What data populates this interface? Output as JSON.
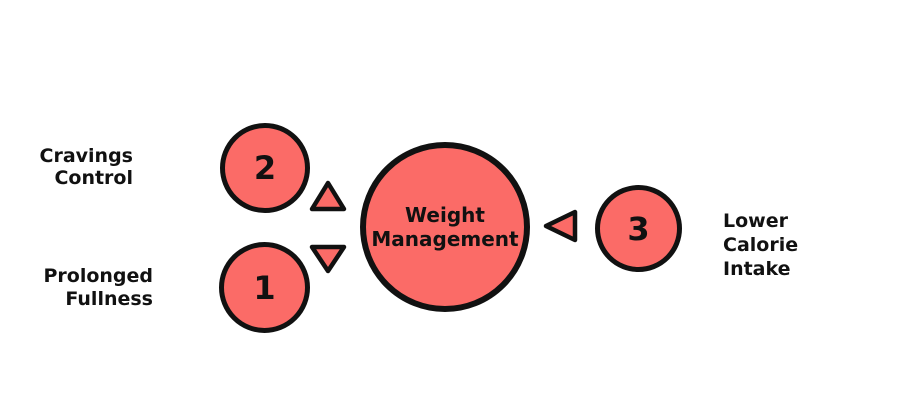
{
  "diagram": {
    "colors": {
      "node-fill": "#fb6b67",
      "stroke": "#111111",
      "text": "#111111",
      "background": "#ffffff"
    },
    "center_node": {
      "label_lines": [
        "Weight",
        "Management"
      ]
    },
    "nodes": [
      {
        "number": "2",
        "label_lines": [
          "Cravings",
          "Control"
        ]
      },
      {
        "number": "1",
        "label_lines": [
          "Prolonged",
          "Fullness"
        ]
      },
      {
        "number": "3",
        "label_lines": [
          "Lower",
          "Calorie",
          "Intake"
        ]
      }
    ],
    "arrows": [
      {
        "icon": "triangle-up-icon"
      },
      {
        "icon": "triangle-down-icon"
      },
      {
        "icon": "triangle-left-icon"
      }
    ]
  }
}
